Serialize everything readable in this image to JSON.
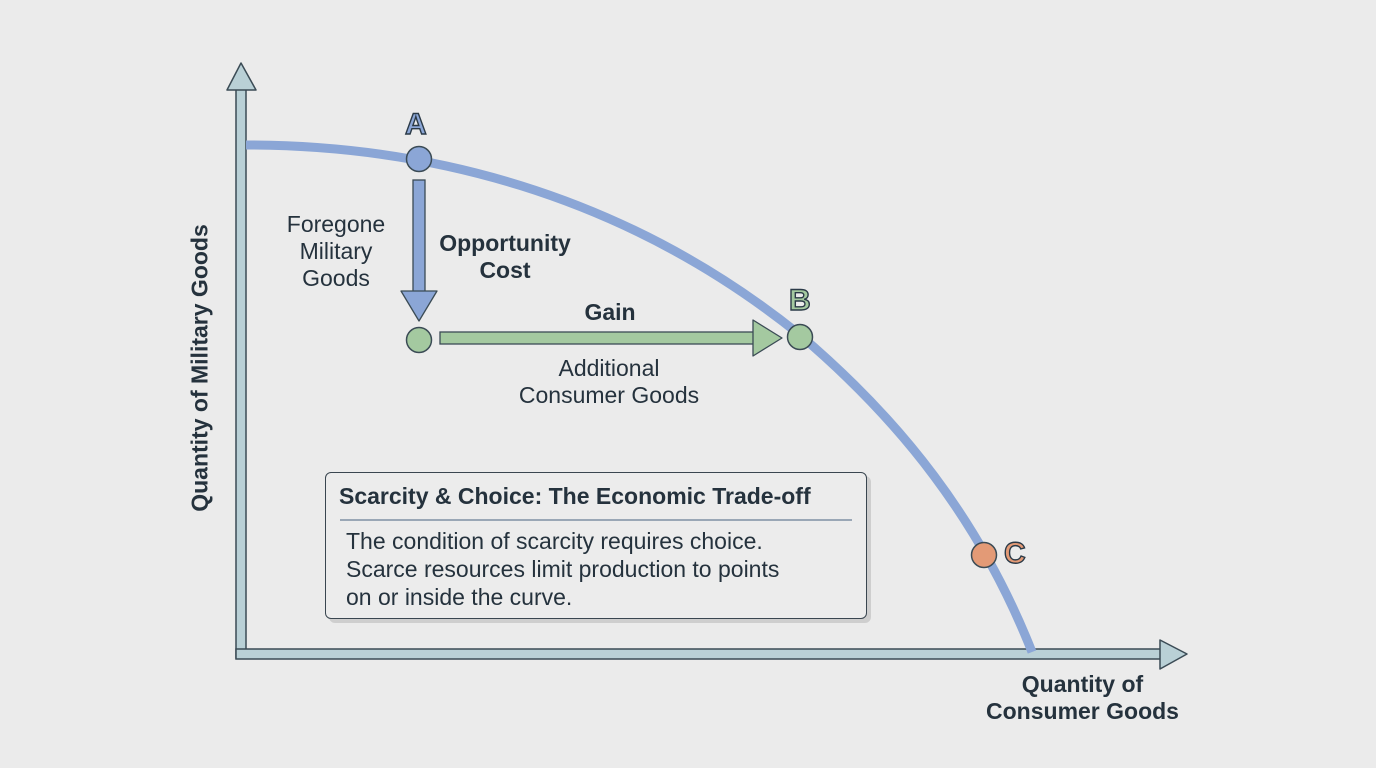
{
  "diagram": {
    "title": "Scarcity & Choice: The Economic Trade-off",
    "type": "production-possibilities-frontier",
    "axes": {
      "y_label": "Quantity of Military Goods",
      "x_label_line1": "Quantity of",
      "x_label_line2": "Consumer Goods"
    },
    "points": [
      {
        "id": "A",
        "label": "A",
        "color": "#8ba6d6",
        "position": "on curve, high military goods"
      },
      {
        "id": "B",
        "label": "B",
        "color": "#a4c9a0",
        "position": "on curve, more consumer goods"
      },
      {
        "id": "C",
        "label": "C",
        "color": "#e39a76",
        "position": "on curve, near consumer axis"
      }
    ],
    "annotations": {
      "opportunity_cost_line1": "Opportunity",
      "opportunity_cost_line2": "Cost",
      "foregone_line1": "Foregone",
      "foregone_line2": "Military",
      "foregone_line3": "Goods",
      "gain": "Gain",
      "additional_line1": "Additional",
      "additional_line2": "Consumer Goods"
    },
    "info_box": {
      "title": "Scarcity & Choice: The Economic Trade-off",
      "body_line1": "The condition of scarcity requires choice.",
      "body_line2": "Scarce resources limit production to points",
      "body_line3": "on or inside the curve."
    },
    "colors": {
      "background": "#ebebeb",
      "curve": "#8ba6d6",
      "axis_fill": "#b9d0d6",
      "down_arrow": "#8ba6d6",
      "right_arrow": "#a4c9a0",
      "text": "#25323d"
    }
  }
}
